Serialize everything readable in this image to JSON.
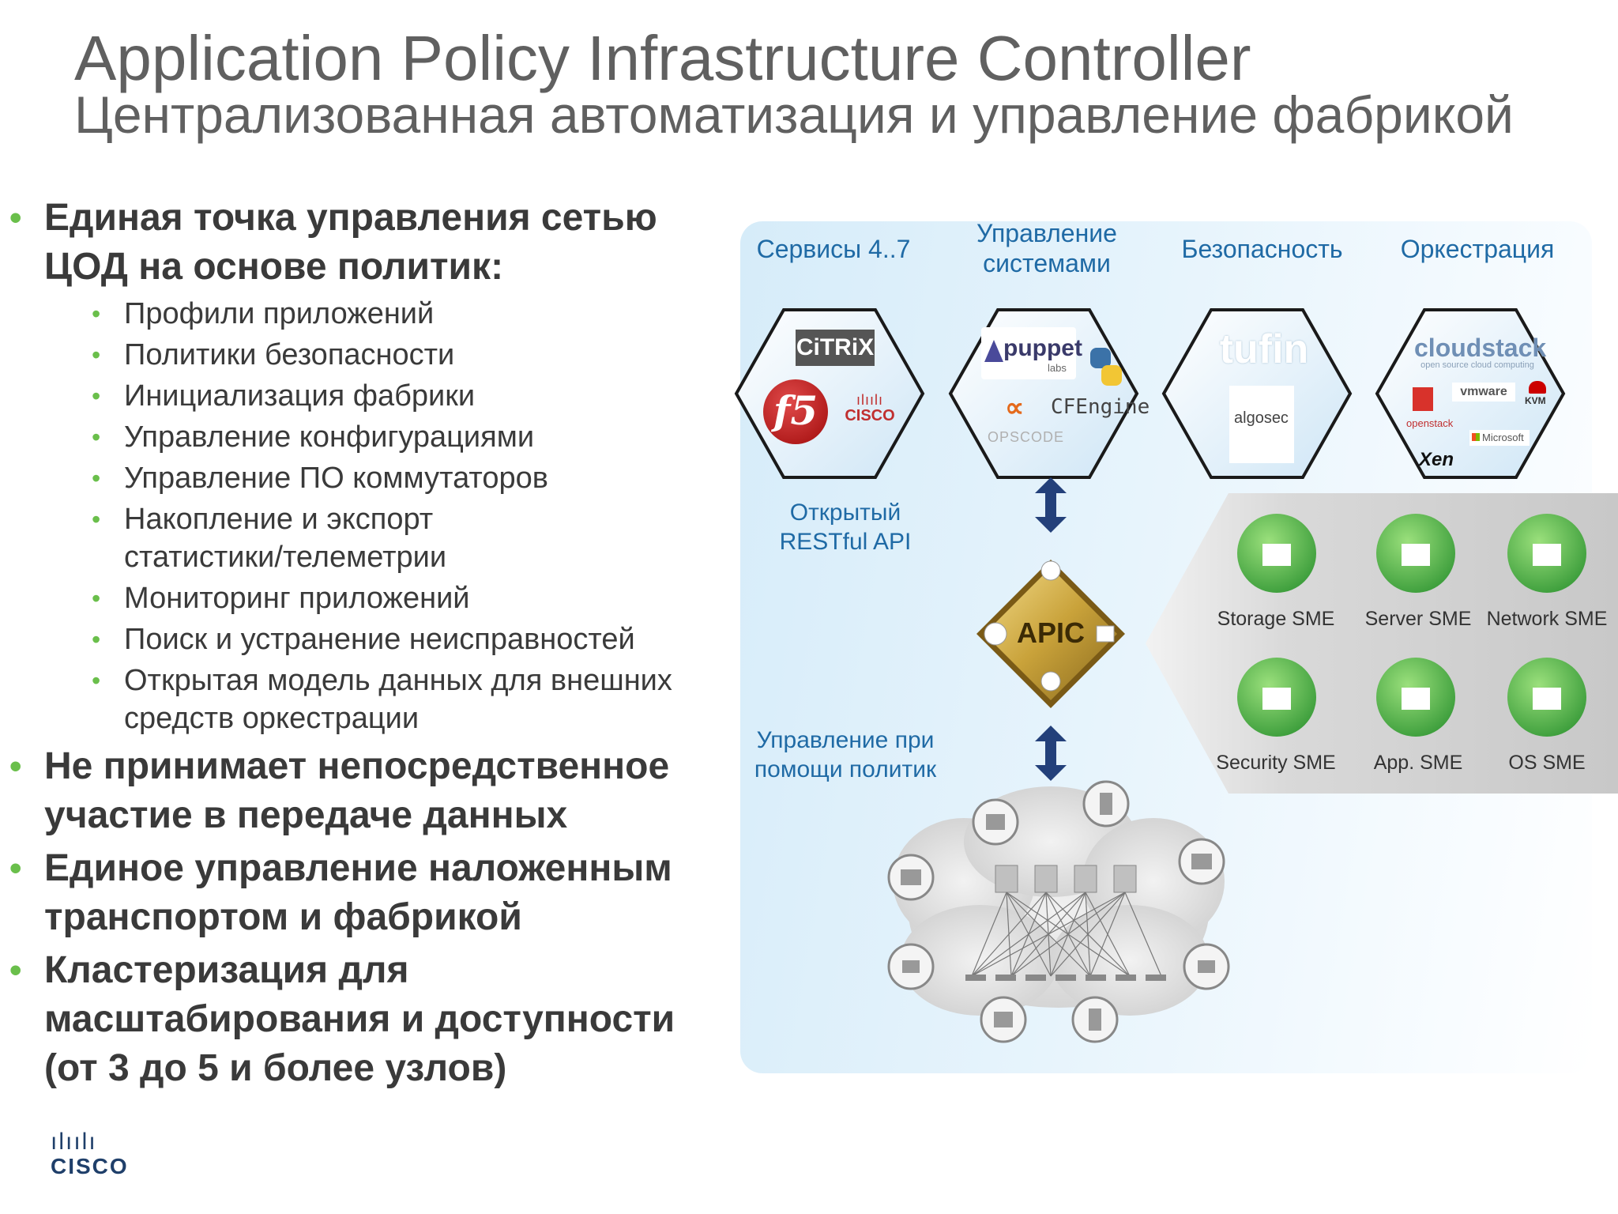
{
  "header": {
    "title": "Application Policy Infrastructure Controller",
    "subtitle": "Централизованная автоматизация и управление фабрикой"
  },
  "bullets": {
    "b1_line1": "Единая точка управления сетью",
    "b1_line2": "ЦОД на основе политик:",
    "sub": [
      "Профили приложений",
      "Политики безопасности",
      "Инициализация фабрики",
      "Управление конфигурациями",
      "Управление ПО коммутаторов",
      "Накопление и экспорт",
      "статистики/телеметрии",
      "Мониторинг приложений",
      "Поиск и устранение неисправностей",
      "Открытая модель данных для внешних",
      "средств оркестрации"
    ],
    "b2_line1": "Не принимает непосредственное",
    "b2_line2": "участие в передаче данных",
    "b3_line1": "Единое управление наложенным",
    "b3_line2": "транспортом и фабрикой",
    "b4_line1": "Кластеризация для",
    "b4_line2": "масштабирования и доступности",
    "b4_line3": "(от 3 до 5 и более узлов)"
  },
  "diagram": {
    "categories": {
      "services": "Сервисы 4..7",
      "systems_line1": "Управление",
      "systems_line2": "системами",
      "security": "Безопасность",
      "orchestration": "Оркестрация"
    },
    "logos": {
      "citrix": "CiTRiX",
      "f5": "f5",
      "cisco": "CISCO",
      "puppet": "puppet",
      "puppet_sub": "labs",
      "cfengine": "CFEngine",
      "opscode": "OPSCODE",
      "tufin": "tufin",
      "algosec": "algosec",
      "cloudstack": "cloudstack",
      "cloudstack_sub": "open source cloud computing",
      "vmware": "vmware",
      "openstack": "openstack",
      "kvm": "KVM",
      "microsoft": "Microsoft",
      "xen": "Xen"
    },
    "restful_line1": "Открытый",
    "restful_line2": "RESTful API",
    "policy_line1": "Управление при",
    "policy_line2": "помощи политик",
    "apic_label": "APIC",
    "sme": [
      "Storage SME",
      "Server SME",
      "Network SME",
      "Security SME",
      "App. SME",
      "OS SME"
    ],
    "colors": {
      "accent_green": "#6abf4b",
      "label_blue": "#1f6aa5",
      "apic_gold": "#c9a23a",
      "arrow_navy": "#23407a"
    }
  },
  "footer": {
    "logo_text": "CISCO"
  }
}
